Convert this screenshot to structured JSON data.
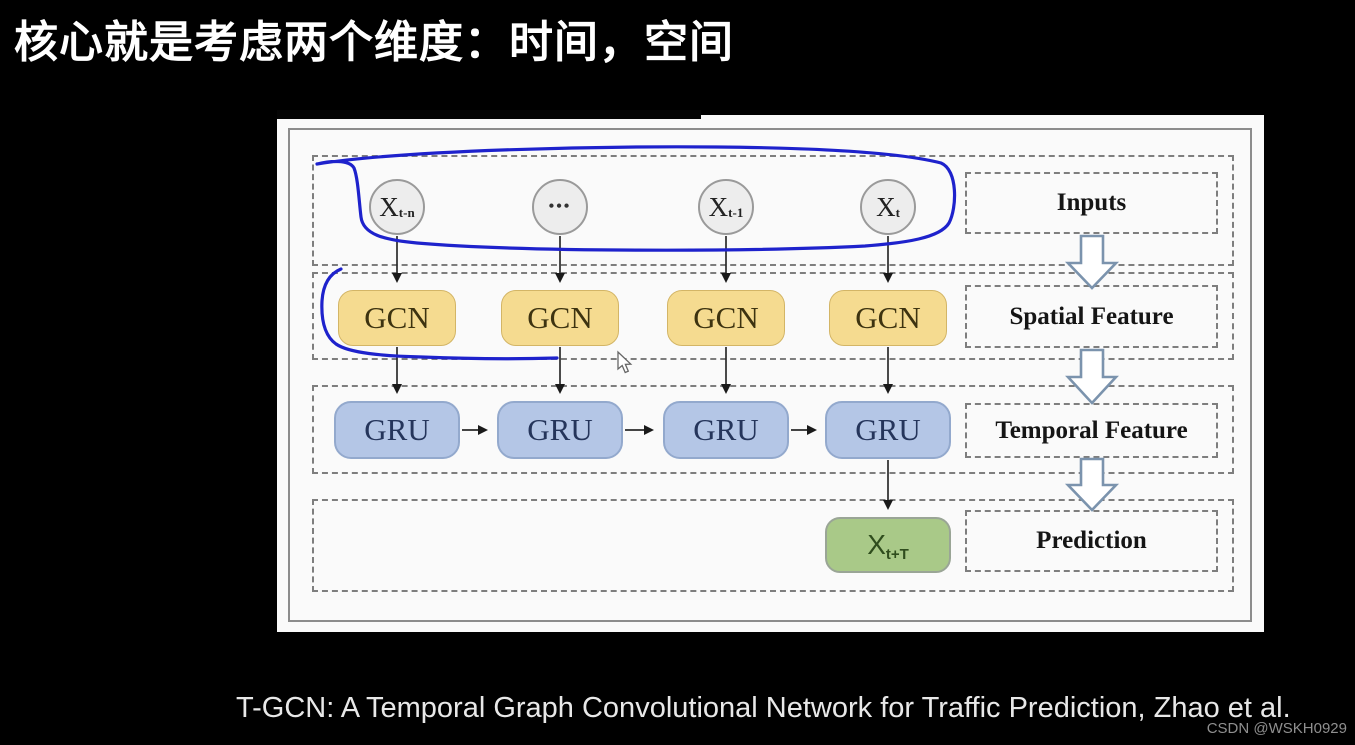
{
  "title": "核心就是考虑两个维度：时间，空间",
  "diagram": {
    "inputs_row": {
      "nodes": [
        {
          "base": "X",
          "sub": "t-n"
        },
        {
          "base": "X",
          "sub": "t-1"
        },
        {
          "base": "X",
          "sub": "t"
        }
      ],
      "ellipsis": "•••"
    },
    "gcn_row": {
      "items": [
        {
          "label": "GCN"
        },
        {
          "label": "GCN"
        },
        {
          "label": "GCN"
        },
        {
          "label": "GCN"
        }
      ]
    },
    "gru_row": {
      "items": [
        {
          "label": "GRU"
        },
        {
          "label": "GRU"
        },
        {
          "label": "GRU"
        },
        {
          "label": "GRU"
        }
      ]
    },
    "output_node": {
      "base": "X",
      "sub": "t+T"
    },
    "stages": [
      {
        "label": "Inputs"
      },
      {
        "label": "Spatial Feature"
      },
      {
        "label": "Temporal Feature"
      },
      {
        "label": "Prediction"
      }
    ]
  },
  "caption": "T-GCN: A Temporal Graph Convolutional Network for Traffic Prediction, Zhao et al.",
  "watermark": "CSDN @WSKH0929",
  "colors": {
    "gcn_fill": "#f5db90",
    "gru_fill": "#b4c6e6",
    "output_fill": "#a9c988",
    "annotation_blue": "#1e22cc",
    "flow_arrow_outline": "#7b93ad"
  }
}
